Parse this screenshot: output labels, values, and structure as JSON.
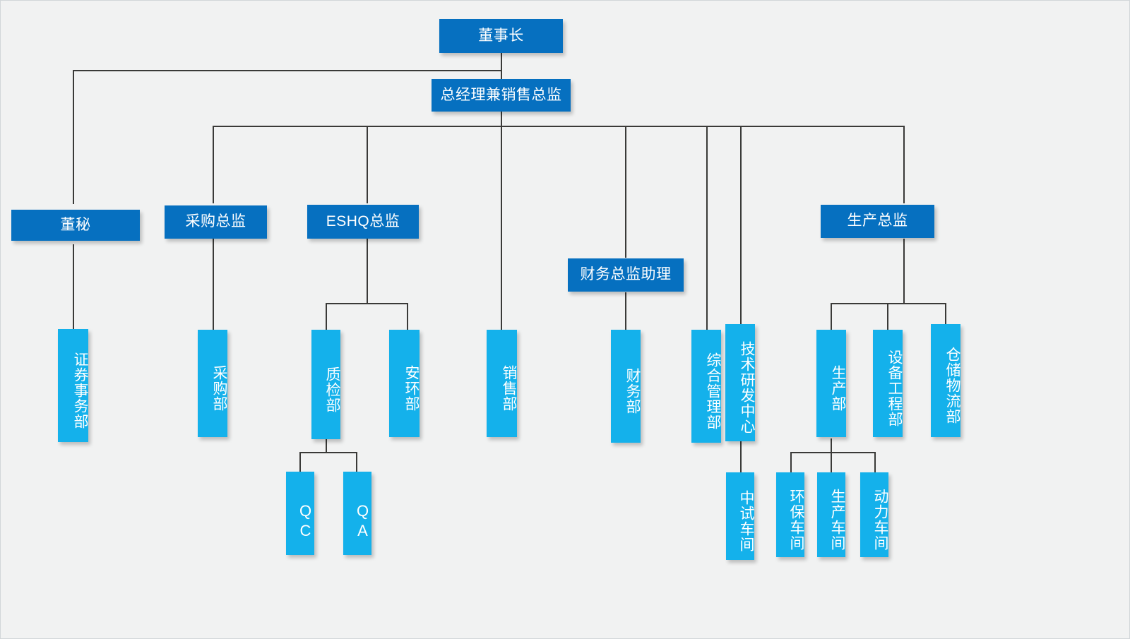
{
  "chart_title": "",
  "colors": {
    "background": "#f1f2f2",
    "executive_box": "#0670c0",
    "department_box": "#14b1eb",
    "connector_line": "#3a3a38",
    "text": "#ffffff"
  },
  "org": {
    "root": {
      "label": "董事长"
    },
    "level2": [
      {
        "label": "总经理兼销售总监"
      },
      {
        "label": "董秘"
      }
    ],
    "executives": [
      {
        "label": "董秘"
      },
      {
        "label": "采购总监"
      },
      {
        "label": "ESHQ总监"
      },
      {
        "label": "财务总监助理"
      },
      {
        "label": "生产总监"
      }
    ],
    "departments": [
      {
        "label": "证券事务部",
        "parent": "董秘"
      },
      {
        "label": "采购部",
        "parent": "采购总监"
      },
      {
        "label": "质检部",
        "parent": "ESHQ总监"
      },
      {
        "label": "安环部",
        "parent": "ESHQ总监"
      },
      {
        "label": "销售部",
        "parent": "总经理兼销售总监"
      },
      {
        "label": "财务部",
        "parent": "财务总监助理"
      },
      {
        "label": "综合管理部",
        "parent": "总经理兼销售总监"
      },
      {
        "label": "技术研发中心",
        "parent": "总经理兼销售总监"
      },
      {
        "label": "生产部",
        "parent": "生产总监"
      },
      {
        "label": "设备工程部",
        "parent": "生产总监"
      },
      {
        "label": "仓储物流部",
        "parent": "生产总监"
      }
    ],
    "sub_units": [
      {
        "label": "QC",
        "parent": "质检部"
      },
      {
        "label": "QA",
        "parent": "质检部"
      },
      {
        "label": "中试车间",
        "parent": "技术研发中心"
      },
      {
        "label": "环保车间",
        "parent": "生产部"
      },
      {
        "label": "生产车间",
        "parent": "生产部"
      },
      {
        "label": "动力车间",
        "parent": "生产部"
      }
    ]
  },
  "nodes": {
    "chairman": "董事长",
    "general_manager": "总经理兼销售总监",
    "board_secretary": "董秘",
    "purchasing_director": "采购总监",
    "eshq_director": "ESHQ总监",
    "finance_director_assistant": "财务总监助理",
    "production_director": "生产总监",
    "securities_affairs_dept": "证券事务部",
    "purchasing_dept": "采购部",
    "quality_inspection_dept": "质检部",
    "safety_environment_dept": "安环部",
    "sales_dept": "销售部",
    "finance_dept": "财务部",
    "general_admin_dept": "综合管理部",
    "rd_center": "技术研发中心",
    "production_dept": "生产部",
    "equipment_engineering_dept": "设备工程部",
    "warehouse_logistics_dept": "仓储物流部",
    "qc": "QC",
    "qa": "QA",
    "pilot_workshop": "中试车间",
    "environmental_workshop": "环保车间",
    "production_workshop": "生产车间",
    "power_workshop": "动力车间"
  }
}
